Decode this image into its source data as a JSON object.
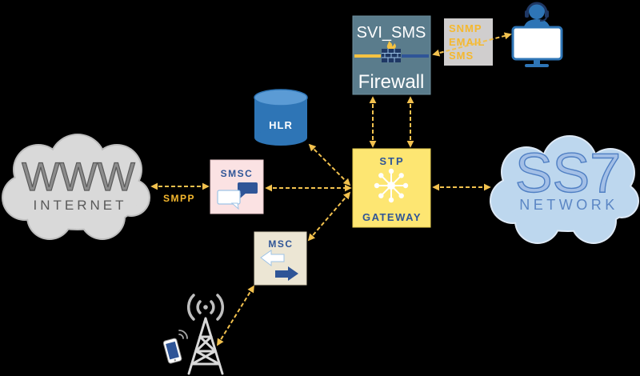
{
  "colors": {
    "arrow": "#f2c14e",
    "label_gold": "#f5b82e",
    "node_blue": "#2f5597",
    "firewall_box": "#5a7c8c",
    "stp_box": "#fde672",
    "smsc_box": "#fbe2e3",
    "msc_box": "#ece6d4",
    "hlr_cylinder": "#2e75b6",
    "ss7_cloud": "#bdd7ee",
    "internet_cloud": "#d9d9d9"
  },
  "internet": {
    "title": "WWW",
    "subtitle": "INTERNET",
    "icon": "cloud-icon"
  },
  "links": {
    "smpp_label": "SMPP"
  },
  "smsc": {
    "label": "SMSC",
    "icon": "speech-bubbles-icon"
  },
  "hlr": {
    "label": "HLR",
    "icon": "database-cylinder-icon"
  },
  "stp": {
    "top_label": "STP",
    "bottom_label": "GATEWAY",
    "icon": "network-hub-icon"
  },
  "firewall": {
    "title": "SVI_SMS",
    "label": "Firewall",
    "icon": "firewall-icon"
  },
  "alerts": {
    "lines": [
      "SNMP",
      "EMAIL",
      "SMS"
    ]
  },
  "operator": {
    "icon": "operator-monitor-icon"
  },
  "ss7": {
    "title": "SS7",
    "subtitle": "NETWORK",
    "icon": "cloud-icon"
  },
  "msc": {
    "label": "MSC",
    "icon": "exchange-arrows-icon"
  },
  "radio": {
    "tower_icon": "cell-tower-icon",
    "phone_icon": "mobile-phone-icon"
  }
}
